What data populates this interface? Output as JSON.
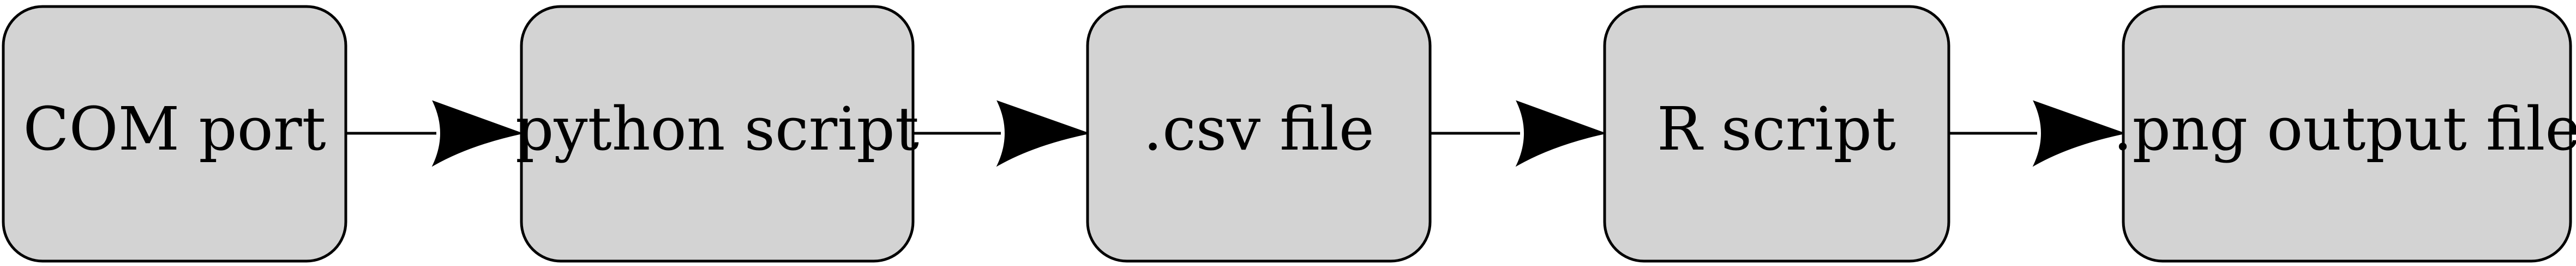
{
  "diagram": {
    "node_fill": "#d3d3d3",
    "stroke_color": "#000000",
    "nodes": [
      {
        "id": "com-port",
        "label": "COM port"
      },
      {
        "id": "python-script",
        "label": "python script"
      },
      {
        "id": "csv-file",
        "label": ".csv file"
      },
      {
        "id": "r-script",
        "label": "R script"
      },
      {
        "id": "png-output-file",
        "label": ".png output file"
      }
    ],
    "edges": [
      {
        "from": "com-port",
        "to": "python-script"
      },
      {
        "from": "python-script",
        "to": "csv-file"
      },
      {
        "from": "csv-file",
        "to": "r-script"
      },
      {
        "from": "r-script",
        "to": "png-output-file"
      }
    ]
  }
}
